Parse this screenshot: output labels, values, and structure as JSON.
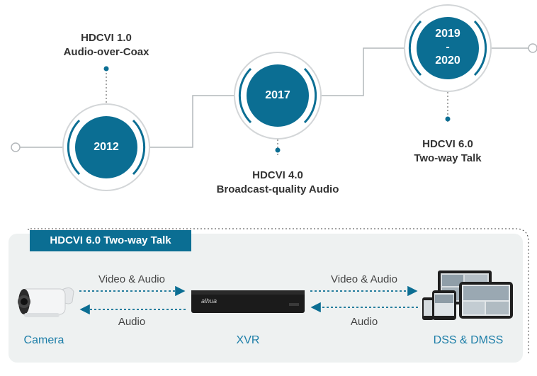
{
  "timeline": {
    "milestones": [
      {
        "year": "2012",
        "title": "HDCVI 1.0",
        "subtitle": "Audio-over-Coax"
      },
      {
        "year": "2017",
        "title": "HDCVI 4.0",
        "subtitle": "Broadcast-quality Audio"
      },
      {
        "year_top": "2019",
        "year_mid": "-",
        "year_bottom": "2020",
        "title": "HDCVI 6.0",
        "subtitle": "Two-way Talk"
      }
    ]
  },
  "panel": {
    "tag": "HDCVI 6.0 Two-way Talk",
    "devices": {
      "camera": "Camera",
      "xvr": "XVR",
      "dss": "DSS & DMSS"
    },
    "xvr_brand": "alhua",
    "flows": {
      "left_top": "Video & Audio",
      "left_bottom": "Audio",
      "right_top": "Video & Audio",
      "right_bottom": "Audio"
    }
  },
  "colors": {
    "accent": "#0b6e93",
    "connector": "#b0b5b8",
    "panel_bg": "#eef1f1"
  }
}
